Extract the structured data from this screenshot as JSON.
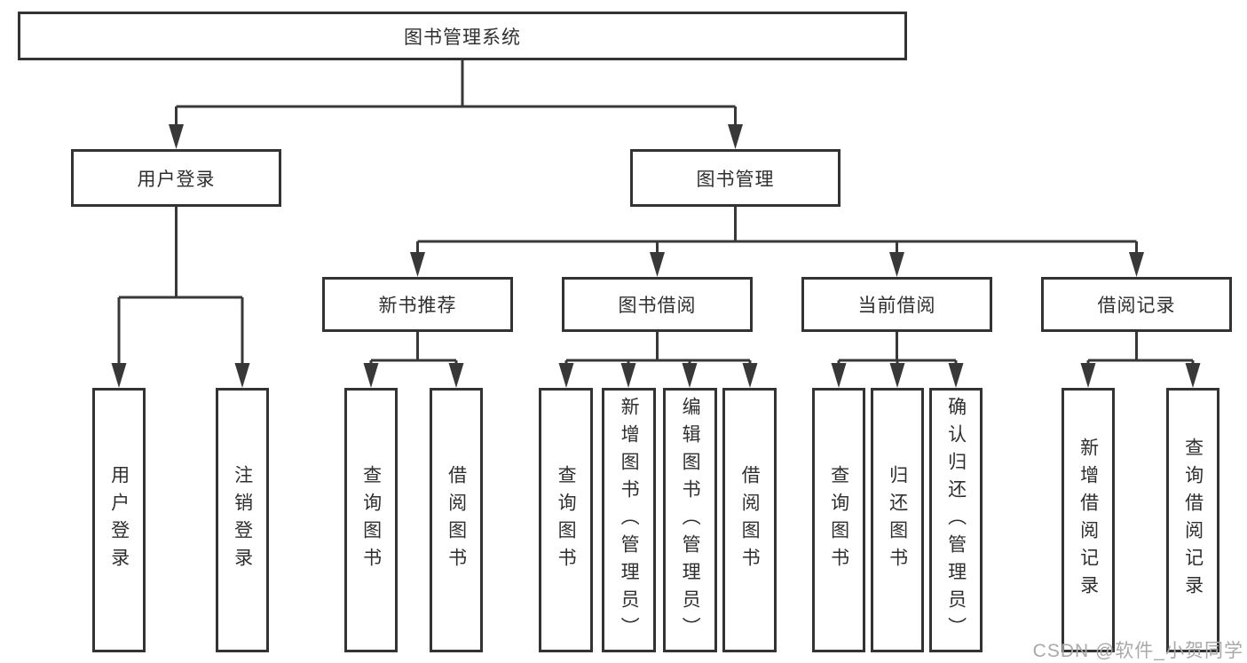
{
  "diagram": {
    "root": {
      "label": "图书管理系统"
    },
    "branches": [
      {
        "label": "用户登录",
        "children": [
          {
            "label": "用户登录"
          },
          {
            "label": "注销登录"
          }
        ]
      },
      {
        "label": "图书管理",
        "children": [
          {
            "label": "新书推荐",
            "children": [
              {
                "label": "查询图书"
              },
              {
                "label": "借阅图书"
              }
            ]
          },
          {
            "label": "图书借阅",
            "children": [
              {
                "label": "查询图书"
              },
              {
                "label": "新增图书（管理员）"
              },
              {
                "label": "编辑图书（管理员）"
              },
              {
                "label": "借阅图书"
              }
            ]
          },
          {
            "label": "当前借阅",
            "children": [
              {
                "label": "查询图书"
              },
              {
                "label": "归还图书"
              },
              {
                "label": "确认归还（管理员）"
              }
            ]
          },
          {
            "label": "借阅记录",
            "children": [
              {
                "label": "新增借阅记录"
              },
              {
                "label": "查询借阅记录"
              }
            ]
          }
        ]
      }
    ],
    "watermark": "CSDN @软件_小贺同学",
    "colors": {
      "line": "#383838",
      "box_border": "#333333",
      "text": "#2f2f2f",
      "watermark": "#a9a9a9",
      "background": "#ffffff"
    }
  }
}
